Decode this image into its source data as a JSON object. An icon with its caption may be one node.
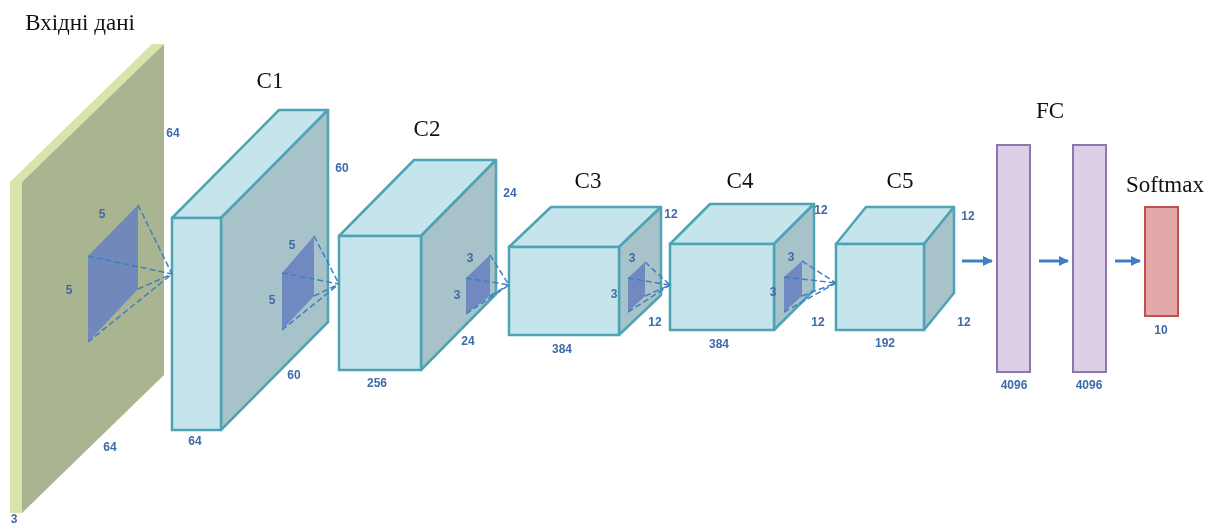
{
  "diagram": {
    "nodes": [
      {
        "text": [
          "Вхідні дані"
        ],
        "beside": [
          "64",
          "64",
          "3"
        ]
      },
      {
        "text": [],
        "shape": "box",
        "in": 0,
        "beside": [
          "5",
          "5"
        ]
      },
      {
        "text": [
          "C1"
        ],
        "beside": [
          "60",
          "60",
          "64"
        ]
      },
      {
        "text": [],
        "shape": "box",
        "in": 2,
        "beside": [
          "5",
          "5"
        ]
      },
      {
        "text": [
          "C2"
        ],
        "beside": [
          "24",
          "24",
          "256"
        ]
      },
      {
        "text": [],
        "shape": "box",
        "in": 4,
        "beside": [
          "3",
          "3"
        ]
      },
      {
        "text": [
          "C3"
        ],
        "beside": [
          "12",
          "12",
          "384"
        ]
      },
      {
        "text": [],
        "shape": "box",
        "in": 6,
        "beside": [
          "3",
          "3"
        ]
      },
      {
        "text": [
          "C4"
        ],
        "beside": [
          "12",
          "12",
          "384"
        ]
      },
      {
        "text": [],
        "shape": "box",
        "in": 8,
        "beside": [
          "3",
          "3"
        ]
      },
      {
        "text": [
          "C5"
        ],
        "beside": [
          "12",
          "12",
          "192"
        ]
      },
      {
        "text": [],
        "shape": "bar",
        "beside": [
          "4096"
        ]
      },
      {
        "text": [],
        "shape": "bar",
        "beside": [
          "4096"
        ]
      },
      {
        "text": [
          "Softmax"
        ],
        "beside": [
          "10"
        ]
      }
    ],
    "edges": [
      {
        "from": 1,
        "to": 2,
        "arrow": "none",
        "style": "dashed"
      },
      {
        "from": 3,
        "to": 4,
        "arrow": "none",
        "style": "dashed"
      },
      {
        "from": 5,
        "to": 6,
        "arrow": "none",
        "style": "dashed"
      },
      {
        "from": 7,
        "to": 8,
        "arrow": "none",
        "style": "dashed"
      },
      {
        "from": 9,
        "to": 10,
        "arrow": "none",
        "style": "dashed"
      },
      {
        "from": 10,
        "to": 11,
        "arrow": "to"
      },
      {
        "from": 11,
        "to": 12,
        "arrow": "to"
      },
      {
        "from": 12,
        "to": 13,
        "arrow": "to"
      }
    ],
    "labels": [
      "FC"
    ]
  }
}
